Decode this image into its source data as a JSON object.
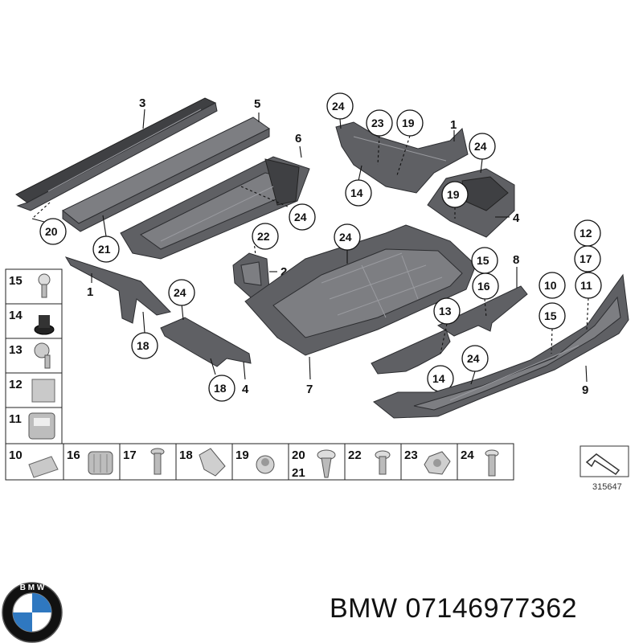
{
  "diagram": {
    "callouts": {
      "n3": "3",
      "n5": "5",
      "n6": "6",
      "n20": "20",
      "n21": "21",
      "n24a": "24",
      "n1a": "1",
      "n22": "22",
      "n2": "2",
      "n24b": "24",
      "n18a": "18",
      "n18b": "18",
      "n4a": "4",
      "n24c": "24",
      "n23": "23",
      "n19a": "19",
      "n1b": "1",
      "n24d": "24",
      "n14a": "14",
      "n19b": "19",
      "n4b": "4",
      "n24e": "24",
      "n7": "7",
      "n15a": "15",
      "n8": "8",
      "n16": "16",
      "n13": "13",
      "n14b": "14",
      "n24f": "24",
      "n12": "12",
      "n17": "17",
      "n10": "10",
      "n11": "11",
      "n15b": "15",
      "n9": "9"
    },
    "legend_left": [
      "15",
      "14",
      "13",
      "12",
      "11"
    ],
    "legend_bottom": [
      "10",
      "16",
      "17",
      "18",
      "19",
      "20",
      "21",
      "22",
      "23",
      "24"
    ],
    "doc_number": "315647"
  },
  "footer": {
    "brand_logo_text": "BMW",
    "label": "BMW 07146977362"
  }
}
